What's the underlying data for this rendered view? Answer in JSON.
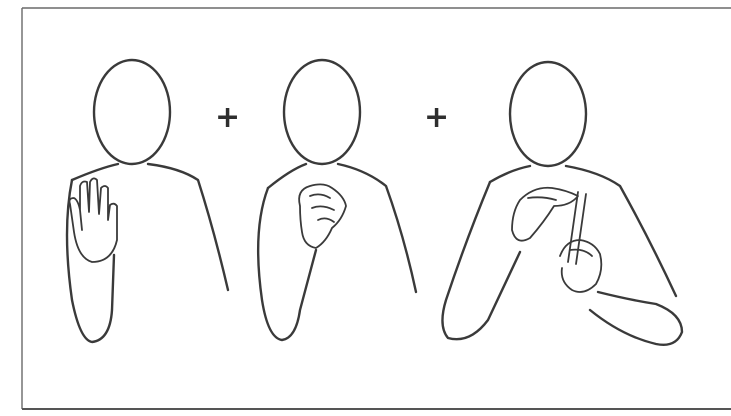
{
  "figure": {
    "colors": {
      "line": "#3a3a3a",
      "border": "#555555",
      "background": "#ffffff"
    },
    "separators": [
      "+",
      "+"
    ],
    "panels": [
      {
        "sign": "flat-open-palm-hand",
        "step": 1
      },
      {
        "sign": "closed-fingertips-hand",
        "step": 2
      },
      {
        "sign": "two-hand-pencil-grip",
        "step": 3
      }
    ]
  }
}
